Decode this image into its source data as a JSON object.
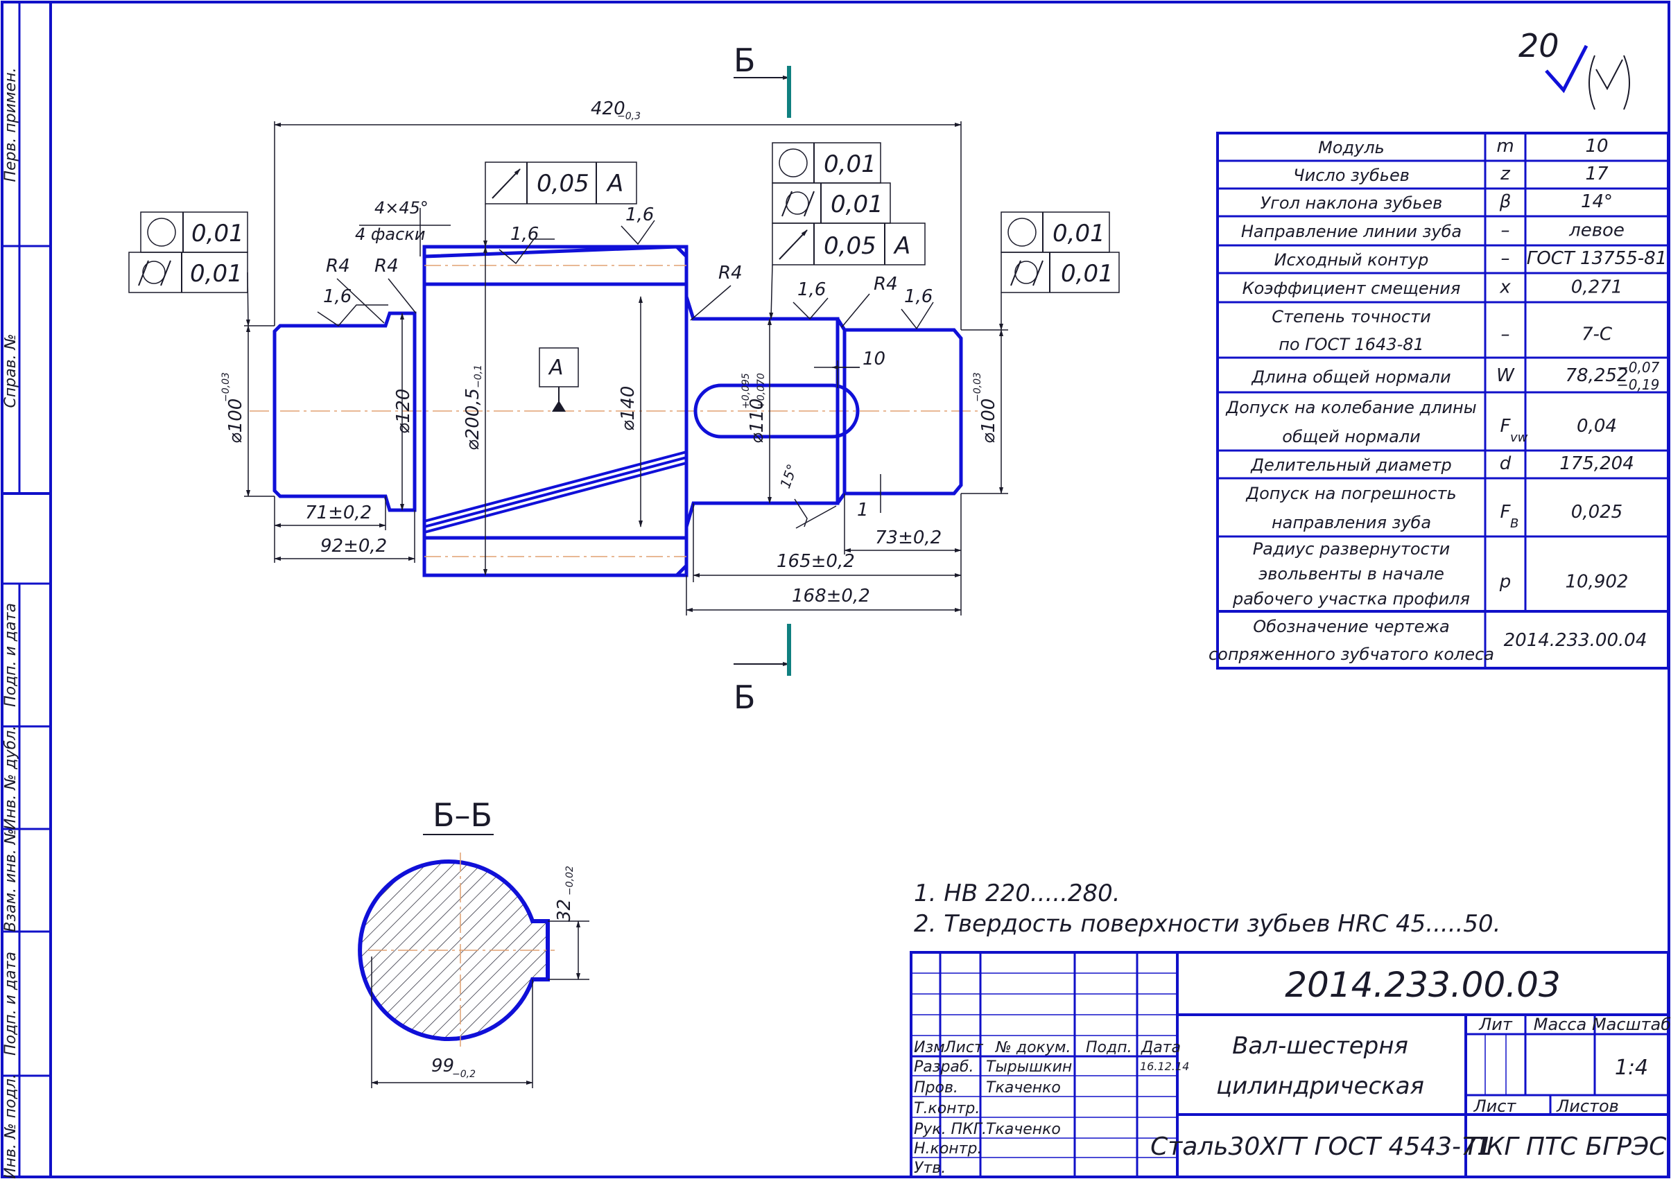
{
  "side_strip": {
    "perv": "Перв. примен.",
    "sprav": "Справ. №",
    "podp_data_1": "Подп. и дата",
    "inv_dubl": "Инв. № дубл.",
    "vzam": "Взам. инв. №",
    "podp_data_2": "Подп. и дата",
    "inv_podl": "Инв. № подл."
  },
  "roughness": {
    "general": "20"
  },
  "section_marks": {
    "top": "Б",
    "bottom": "Б",
    "view_title": "Б–Б"
  },
  "datum": "А",
  "dims": {
    "overall": "420",
    "overall_tol": "−0,3",
    "d100_left": "⌀100",
    "d100_left_tol": "−0,03",
    "d120": "⌀120",
    "d200": "⌀200,5",
    "d200_tol": "−0,1",
    "d140": "⌀140",
    "d110": "⌀110",
    "d110_tol_up": "+0,095",
    "d110_tol_low": "+0,070",
    "d100_right": "⌀100",
    "d100_right_tol": "−0,03",
    "len71": "71±0,2",
    "len92": "92±0,2",
    "len165": "165±0,2",
    "len168": "168±0,2",
    "len73": "73±0,2",
    "key10": "10",
    "one": "1",
    "chamfer": "4×45°",
    "chamfer_note": "4 фаски",
    "angle15": "15°",
    "r1": "R4",
    "r2": "R4",
    "r3": "R4",
    "r4": "R4",
    "ra1": "1,6",
    "ra2": "1,6",
    "ra3": "1,6",
    "ra4": "1,6",
    "ra5": "1,6",
    "sec_d99": "99",
    "sec_d99_tol": "−0,2",
    "sec_32": "32",
    "sec_32_tol": "−0,02"
  },
  "tolerances": {
    "left_round": "0,01",
    "left_cyl": "0,01",
    "top_runout": "0,05",
    "top_runout_datum": "А",
    "mid_round": "0,01",
    "mid_cyl": "0,01",
    "mid_runout": "0,05",
    "mid_runout_datum": "А",
    "right_round": "0,01",
    "right_cyl": "0,01"
  },
  "gear_table": {
    "rows": [
      {
        "name": "Модуль",
        "sym": "m",
        "val": "10"
      },
      {
        "name": "Число зубьев",
        "sym": "z",
        "val": "17"
      },
      {
        "name": "Угол наклона зубьев",
        "sym": "β",
        "val": "14°"
      },
      {
        "name": "Направление линии зуба",
        "sym": "–",
        "val": "левое"
      },
      {
        "name": "Исходный контур",
        "sym": "–",
        "val": "ГОСТ 13755-81"
      },
      {
        "name": "Коэффициент смещения",
        "sym": "x",
        "val": "0,271"
      },
      {
        "name": "Степень точности",
        "name2": "по ГОСТ 1643-81",
        "sym": "–",
        "val": "7-C"
      },
      {
        "name": "Длина общей нормали",
        "sym": "W",
        "val": "78,252",
        "val_up": "−0,07",
        "val_low": "−0,19"
      },
      {
        "name": "Допуск на колебание длины",
        "name2": "общей нормали",
        "sym": "F",
        "sub": "vw",
        "val": "0,04"
      },
      {
        "name": "Делительный диаметр",
        "sym": "d",
        "val": "175,204"
      },
      {
        "name": "Допуск на погрешность",
        "name2": "направления зуба",
        "sym": "F",
        "sub": "B",
        "val": "0,025"
      },
      {
        "name": "Радиус развернутости",
        "name2": "эвольвенты в начале",
        "name3": "рабочего участка профиля",
        "sym": "p",
        "val": "10,902"
      }
    ],
    "mating_label_1": "Обозначение чертежа",
    "mating_label_2": "сопряженного зубчатого колеса",
    "mating_value": "2014.233.00.04"
  },
  "notes": [
    "1. НВ 220.....280.",
    "2. Твердость поверхности зубьев HRC 45.....50."
  ],
  "title_block": {
    "doc_number": "2014.233.00.03",
    "name_1": "Вал-шестерня",
    "name_2": "цилиндрическая",
    "material": "Сталь30ХГТ ГОСТ 4543-71",
    "org": "ПКГ ПТС БГРЭС",
    "lit": "Лит",
    "mass": "Масса",
    "scale_label": "Масштаб",
    "scale": "1:4",
    "sheet": "Лист",
    "sheets": "Листов",
    "col_izm": "Изм",
    "col_list": "Лист",
    "col_doc": "№ докум.",
    "col_sign": "Подп.",
    "col_date": "Дата",
    "r_razrab": "Разраб.",
    "r_prov": "Пров.",
    "r_tkontr": "Т.контр.",
    "r_ruk": "Рук. ПКГ.",
    "r_nkontr": "Н.контр.",
    "r_utv": "Утв.",
    "razrab_name": "Тырышкин",
    "razrab_date": "16.12.14",
    "prov_name": "Ткаченко",
    "ruk_name": "Ткаченко"
  }
}
